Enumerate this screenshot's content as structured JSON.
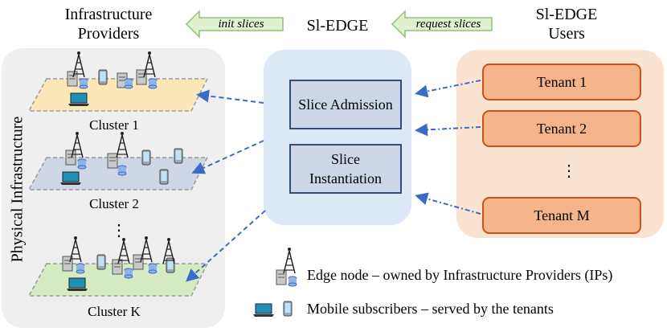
{
  "titles": {
    "providers": "Infrastructure Providers",
    "sl_edge": "Sl-EDGE",
    "users": "Sl-EDGE Users"
  },
  "tags": {
    "init": "init slices",
    "request": "request slices"
  },
  "left_panel": {
    "vertical_label": "Physical Infrastructure",
    "clusters": [
      "Cluster 1",
      "Cluster 2",
      "Cluster K"
    ],
    "ellipsis": "⋮"
  },
  "center_panel": {
    "admission": "Slice Admission",
    "instantiation": "Slice Instantiation"
  },
  "right_panel": {
    "tenants": [
      "Tenant 1",
      "Tenant 2",
      "Tenant M"
    ],
    "ellipsis": "⋮"
  },
  "legend": {
    "edge_node": "Edge node – owned by Infrastructure Providers (IPs)",
    "mobile": "Mobile subscribers – served by the tenants"
  },
  "colors": {
    "left_panel": "#efefef",
    "center_panel": "#dce8f5",
    "right_panel": "#fbe3d2",
    "cluster1": "#fbe7b8",
    "cluster2": "#cfd6e6",
    "clusterK": "#d5ebc4",
    "tag_arrow": "#dff1cf",
    "dashed_arrow": "#3a6bc6"
  }
}
